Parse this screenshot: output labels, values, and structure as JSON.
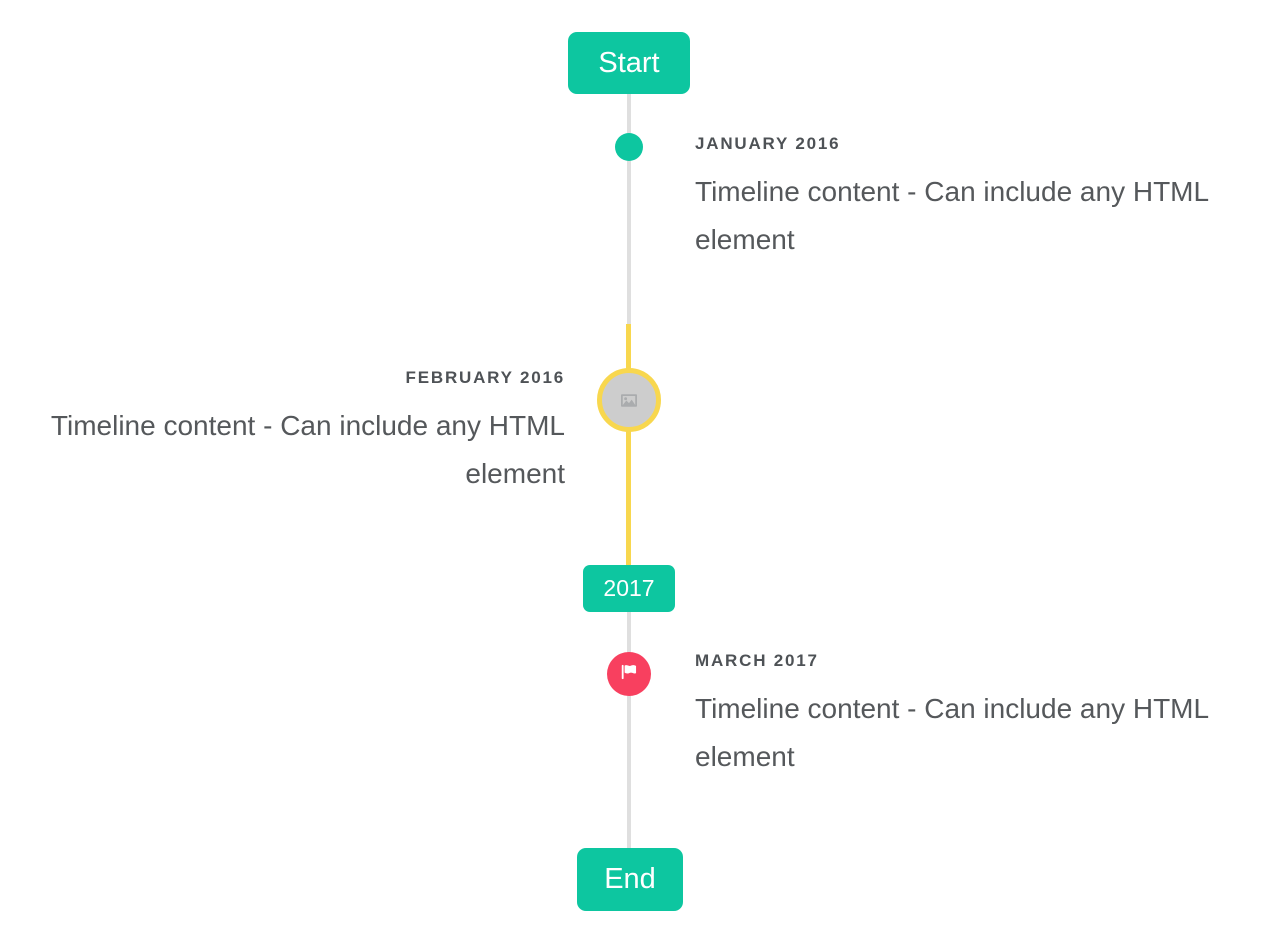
{
  "widget": "vertical-timeline",
  "colors": {
    "accent_teal": "#0dc6a0",
    "highlight_yellow": "#f8d74e",
    "marker_red": "#f8405f",
    "line_gray": "#dfdfdf",
    "image_circle_gray": "#cdcdcd",
    "month_label_gray": "#4e5256",
    "content_text_gray": "#55585b",
    "badge_text": "#ffffff"
  },
  "badges": {
    "start": "Start",
    "year": "2017",
    "end": "End"
  },
  "items": [
    {
      "month": "JANUARY 2016",
      "content": "Timeline content - Can include any HTML element",
      "side": "right",
      "marker": "teal-dot"
    },
    {
      "month": "FEBRUARY 2016",
      "content": "Timeline content - Can include any HTML element",
      "side": "left",
      "marker": "gray-image-circle-yellow-ring"
    },
    {
      "month": "MARCH 2017",
      "content": "Timeline content - Can include any HTML element",
      "side": "right",
      "marker": "red-flag-circle"
    }
  ],
  "icons": {
    "flag": "flag-icon",
    "broken_image": "broken-image-icon"
  }
}
